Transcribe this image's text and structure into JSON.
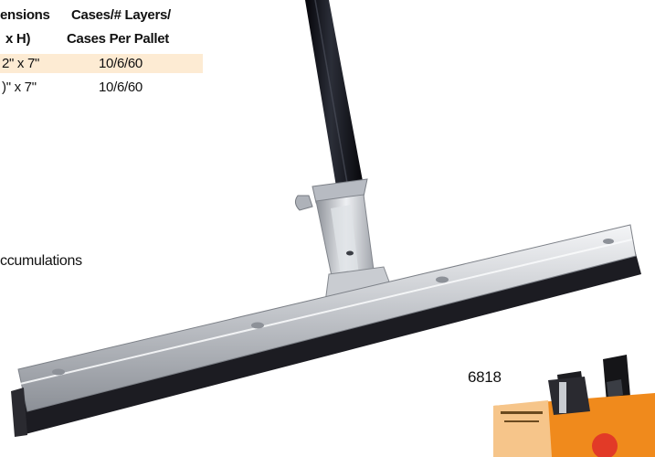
{
  "table": {
    "headers": {
      "dimensions_line1": "ensions",
      "dimensions_line2": "x H)",
      "cases_line1": "Cases/# Layers/",
      "cases_line2": "Cases Per Pallet"
    },
    "rows": [
      {
        "dimensions": "2\" x 7\"",
        "cases": "10/6/60",
        "highlight": "#fdebd3"
      },
      {
        "dimensions": ")\" x 7\"",
        "cases": "10/6/60",
        "highlight": "#ffffff"
      }
    ]
  },
  "feature_text": "ccumulations",
  "model_number": "6818",
  "colors": {
    "row_highlight": "#fdebd3",
    "pole": "#0f0f12",
    "chrome": "#c9ccd1",
    "rubber": "#1c1c22",
    "box_orange": "#f08a1c"
  }
}
